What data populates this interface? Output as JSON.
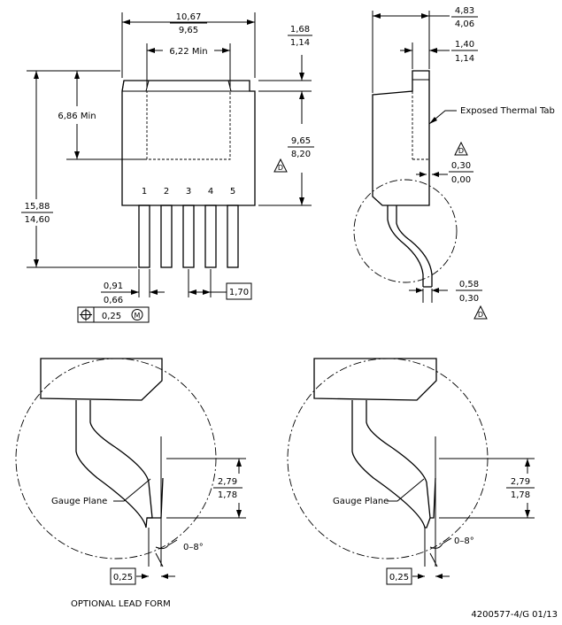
{
  "dimensions": {
    "top_width": {
      "max": "10,67",
      "min": "9,65"
    },
    "tab_min_width": "6,22 Min",
    "tab_height": {
      "max": "1,68",
      "min": "1,14"
    },
    "tab_flat_min": "6,86 Min",
    "body_height": {
      "max": "9,65",
      "min": "8,20"
    },
    "total_height": {
      "max": "15,88",
      "min": "14,60"
    },
    "lead_width": {
      "max": "0,91",
      "min": "0,66"
    },
    "lead_pitch": "1,70",
    "position_tolerance": "0,25",
    "depth": {
      "max": "4,83",
      "min": "4,06"
    },
    "tab_thickness": {
      "max": "1,40",
      "min": "1,14"
    },
    "standoff": {
      "max": "0,30",
      "min": "0,00"
    },
    "lead_thickness": {
      "max": "0,58",
      "min": "0,30"
    },
    "form_height": {
      "max": "2,79",
      "min": "1,78"
    },
    "form_angle": "0–8°",
    "gauge_offset": "0,25"
  },
  "labels": {
    "pins": [
      "1",
      "2",
      "3",
      "4",
      "5"
    ],
    "exposed_tab": "Exposed Thermal Tab",
    "gauge_plane": "Gauge Plane",
    "optional_lead_form": "OPTIONAL LEAD FORM",
    "datum": "D",
    "max_material": "M",
    "drawing_number": "4200577-4/G  01/13"
  }
}
